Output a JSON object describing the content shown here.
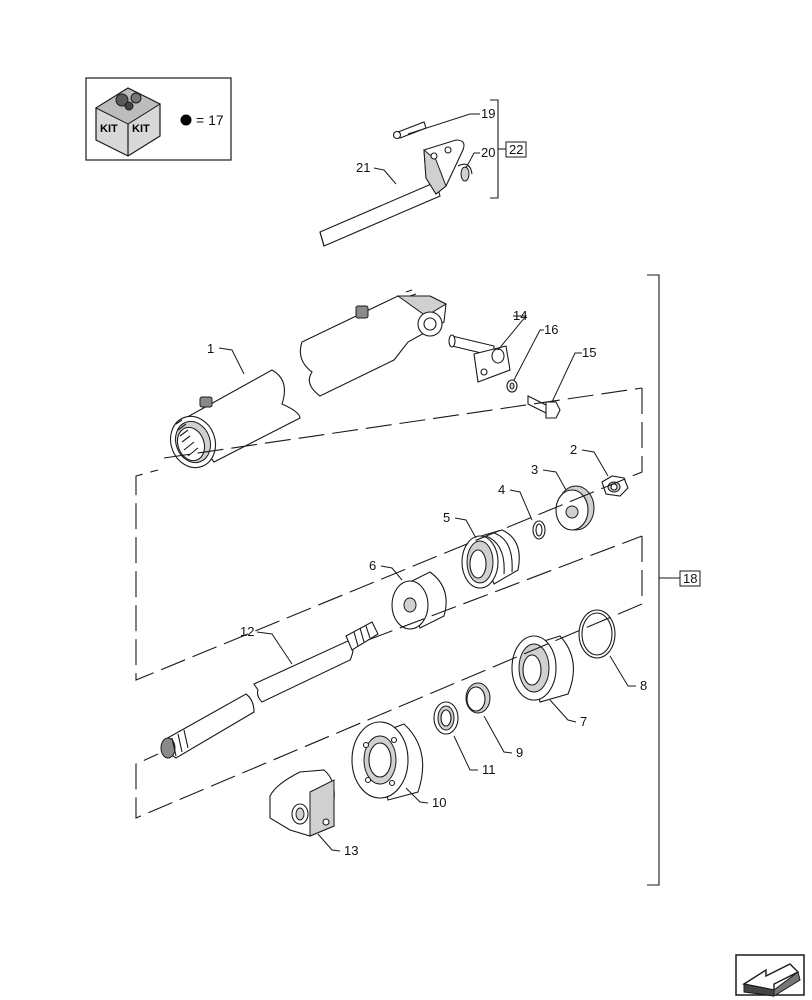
{
  "kit_box": {
    "badge_left": "KIT",
    "badge_right": "KIT",
    "equals_text": "= 17"
  },
  "callouts": {
    "c1": "1",
    "c2": "2",
    "c3": "3",
    "c4": "4",
    "c5": "5",
    "c6": "6",
    "c7": "7",
    "c8": "8",
    "c9": "9",
    "c10": "10",
    "c11": "11",
    "c12": "12",
    "c13": "13",
    "c14": "14",
    "c15": "15",
    "c16": "16",
    "c19": "19",
    "c20": "20",
    "c21": "21"
  },
  "assembly_refs": {
    "r18": "18",
    "r22": "22"
  },
  "nav": {
    "icon": "next-page-arrow-icon"
  }
}
